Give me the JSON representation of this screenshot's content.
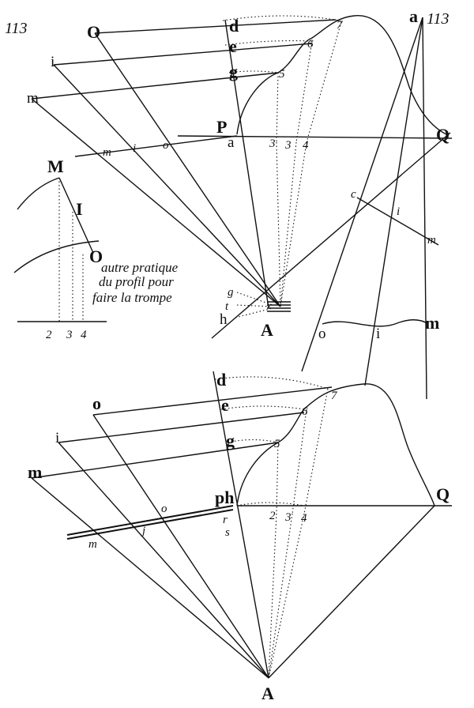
{
  "page_numbers": {
    "left": "113",
    "right": "113"
  },
  "caption": {
    "line1": "autre pratique",
    "line2": "du profil pour",
    "line3": "faire la trompe"
  },
  "upper_figure": {
    "labels": {
      "o": "O",
      "i": "i",
      "m": "m",
      "d": "d",
      "e": "e",
      "g": "g",
      "P": "P",
      "a_small": "a",
      "Q": "Q",
      "a_top": "a",
      "p3": "3",
      "p3b": "3",
      "p4": "4",
      "p5": "5",
      "p6": "6",
      "p7": "7",
      "m_mid": "m",
      "i_mid": "i",
      "o_mid": "o",
      "A": "A",
      "g_small": "g",
      "t_small": "t",
      "h_small": "h",
      "c_right": "c",
      "i_right": "i",
      "m_right": "m",
      "o_bottom": "o",
      "i_bottom": "i",
      "m_bottom": "m"
    }
  },
  "side_figure": {
    "labels": {
      "M": "M",
      "I": "I",
      "O": "O",
      "n2": "2",
      "n3": "3",
      "n4": "4"
    }
  },
  "lower_figure": {
    "labels": {
      "d": "d",
      "o": "o",
      "e": "e",
      "i": "i",
      "g": "g",
      "m": "m",
      "ph": "ph",
      "Q": "Q",
      "A": "A",
      "p5": "5",
      "p6": "6",
      "p7": "7",
      "p2": "2",
      "p3": "3",
      "p4": "4",
      "o_mid": "o",
      "j_mid": "j",
      "m_mid": "m",
      "r_small": "r",
      "s_small": "s"
    }
  }
}
